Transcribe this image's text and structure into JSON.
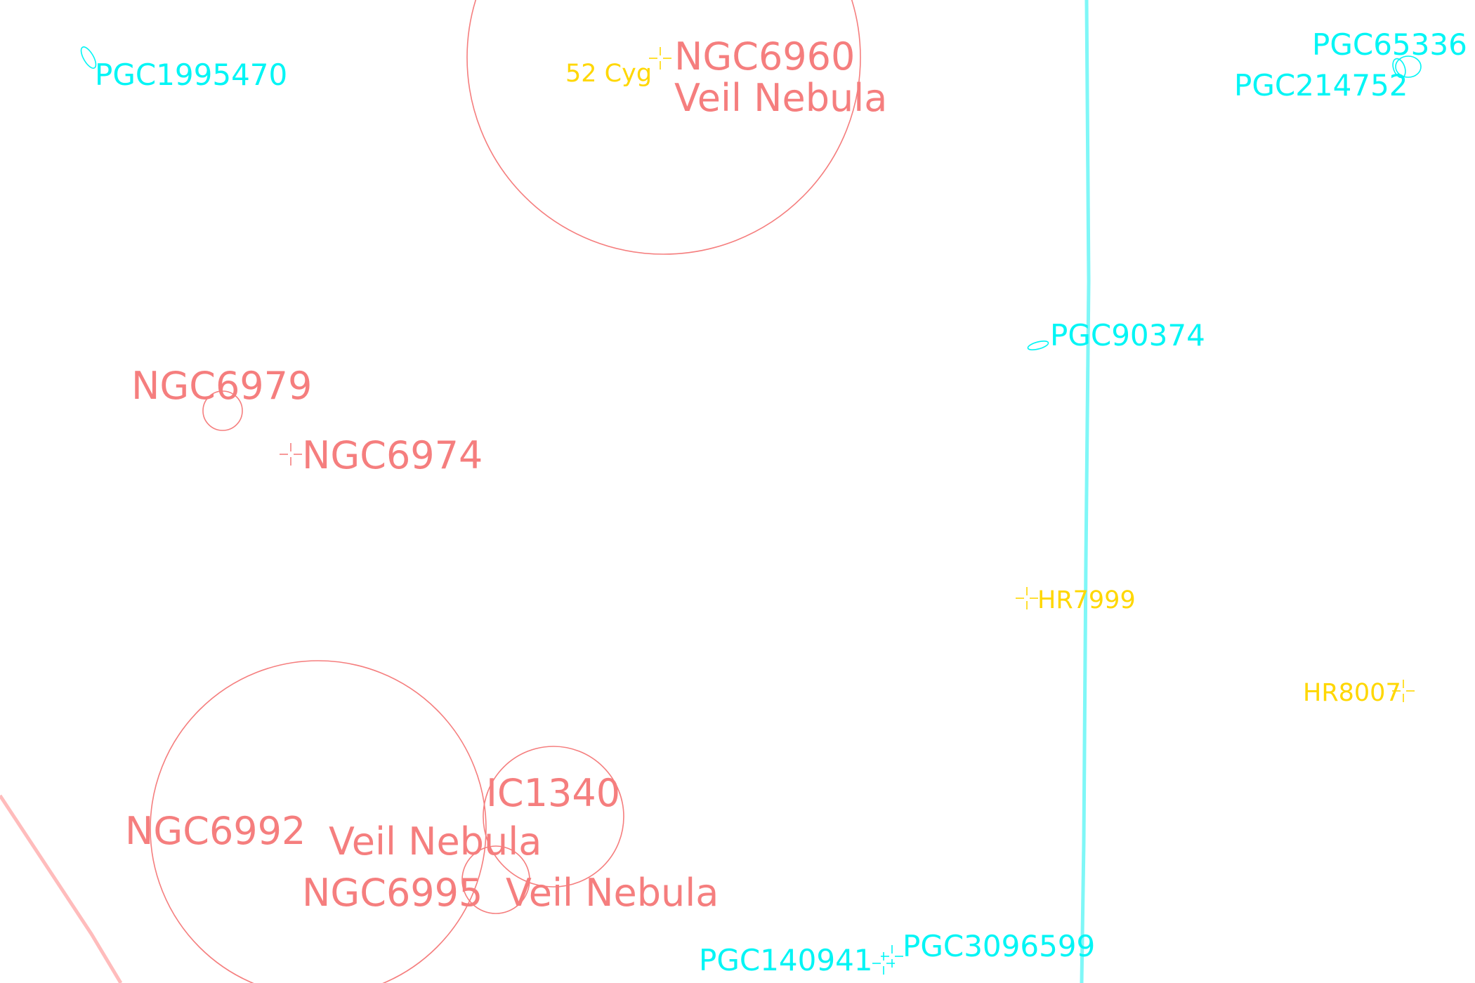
{
  "colors": {
    "background": "#ffffff",
    "nebula": "#f57e7e",
    "galaxy": "#00f5f5",
    "star": "#ffd700",
    "milky_way_line": "#7ff7f7",
    "ecliptic_line": "#ffbcbc"
  },
  "nebulae": {
    "ngc6960": {
      "name": "NGC6960",
      "alt": "Veil Nebula"
    },
    "ngc6979": {
      "name": "NGC6979"
    },
    "ngc6974": {
      "name": "NGC6974"
    },
    "ic1340": {
      "name": "IC1340"
    },
    "ngc6992": {
      "name": "NGC6992",
      "alt": "Veil Nebula"
    },
    "ngc6995": {
      "name": "NGC6995",
      "alt": "Veil Nebula"
    }
  },
  "galaxies": {
    "pgc1995470": {
      "name": "PGC1995470"
    },
    "pgc65336": {
      "name": "PGC65336"
    },
    "pgc214752": {
      "name": "PGC214752"
    },
    "pgc90374": {
      "name": "PGC90374"
    },
    "pgc140941": {
      "name": "PGC140941"
    },
    "pgc3096599": {
      "name": "PGC3096599"
    }
  },
  "stars": {
    "cyg52": {
      "name": "52 Cyg"
    },
    "hr7999": {
      "name": "HR7999"
    },
    "hr8007": {
      "name": "HR8007"
    }
  }
}
